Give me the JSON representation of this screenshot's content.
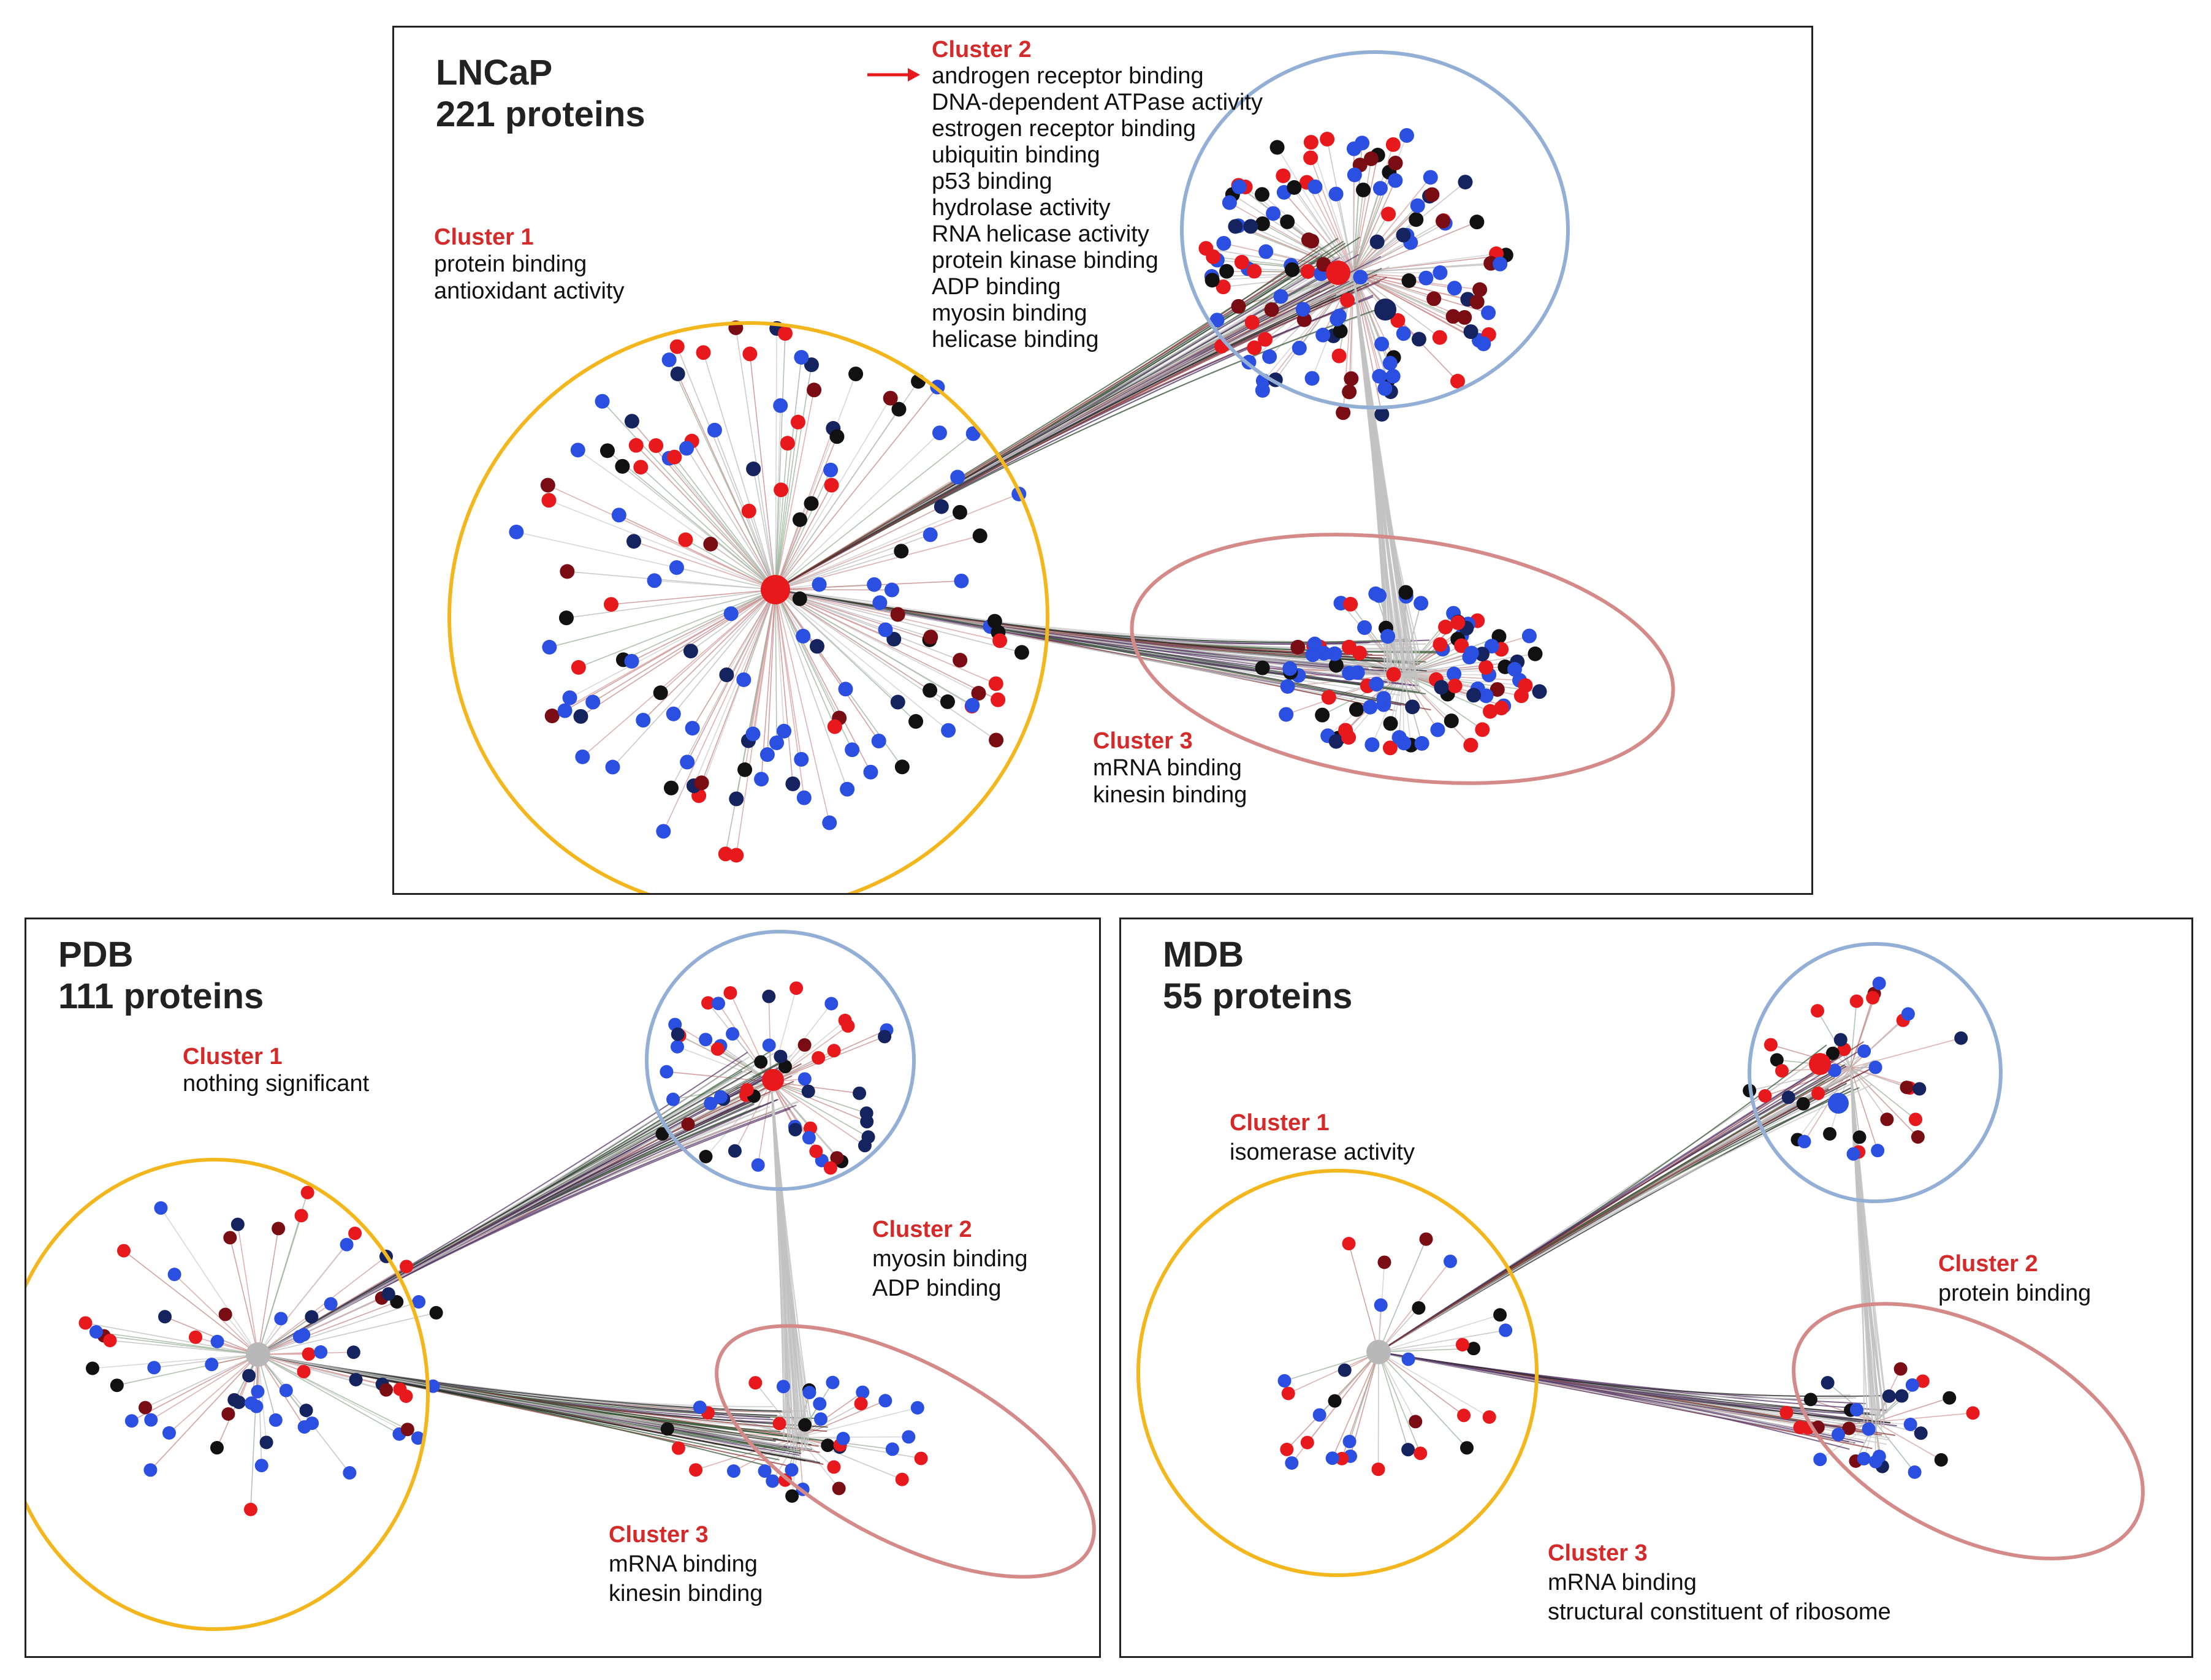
{
  "colors": {
    "red": "#e8191d",
    "blue": "#2b4fe0",
    "navy": "#15235e",
    "darkred": "#7a0c14",
    "black": "#111111",
    "hub_gray": "#b8b8b8",
    "cluster1_ring": "#f3b61c",
    "cluster2_ring": "#93afd6",
    "cluster3_ring": "#d48a88",
    "label_red": "#d42a2a"
  },
  "panels": [
    {
      "id": "lncap",
      "name": "LNCaP",
      "count": "221 proteins",
      "clusters": [
        {
          "name": "Cluster 1",
          "terms": [
            "protein binding",
            "antioxidant activity"
          ]
        },
        {
          "name": "Cluster 2",
          "terms": [
            "androgen receptor binding",
            "DNA-dependent ATPase activity",
            "estrogen receptor binding",
            "ubiquitin binding",
            "p53 binding",
            "hydrolase activity",
            "RNA helicase activity",
            "protein kinase binding",
            "ADP binding",
            "myosin binding",
            "helicase binding"
          ]
        },
        {
          "name": "Cluster 3",
          "terms": [
            "mRNA binding",
            "kinesin binding"
          ]
        }
      ],
      "highlight_arrow": "arrow-icon"
    },
    {
      "id": "pdb",
      "name": "PDB",
      "count": "111 proteins",
      "clusters": [
        {
          "name": "Cluster 1",
          "terms": [
            "nothing significant"
          ]
        },
        {
          "name": "Cluster 2",
          "terms": [
            "myosin binding",
            "ADP binding"
          ]
        },
        {
          "name": "Cluster 3",
          "terms": [
            "mRNA binding",
            "kinesin binding"
          ]
        }
      ]
    },
    {
      "id": "mdb",
      "name": "MDB",
      "count": "55 proteins",
      "clusters": [
        {
          "name": "Cluster 1",
          "terms": [
            "isomerase activity"
          ]
        },
        {
          "name": "Cluster 2",
          "terms": [
            "protein binding"
          ]
        },
        {
          "name": "Cluster 3",
          "terms": [
            "mRNA binding",
            "structural constituent of ribosome"
          ]
        }
      ]
    }
  ]
}
